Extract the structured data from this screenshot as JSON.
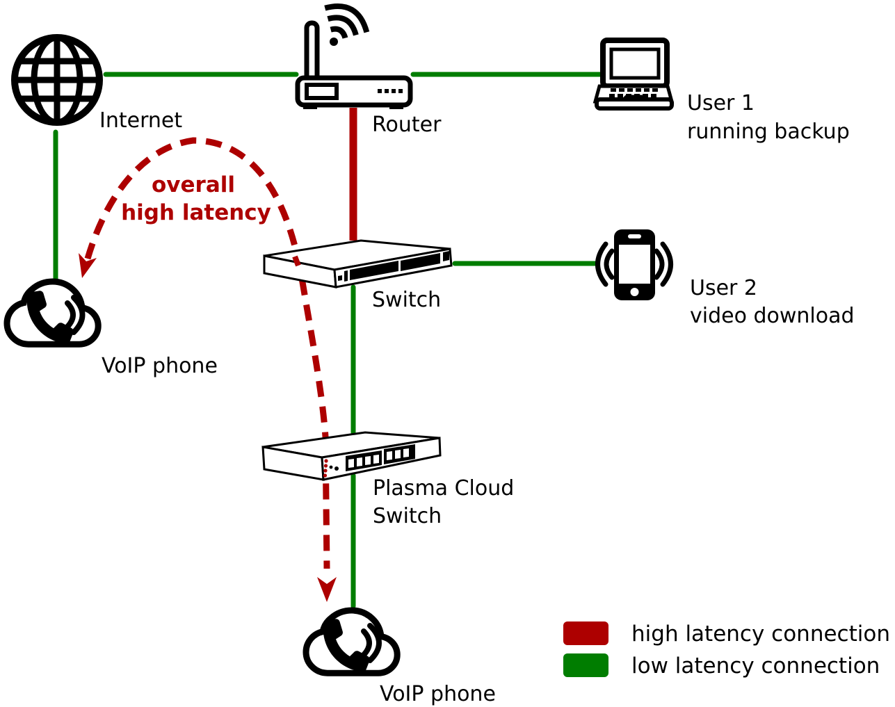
{
  "nodes": {
    "internet": {
      "label": "Internet",
      "icon": "globe-icon"
    },
    "router": {
      "label": "Router",
      "icon": "wifi-router-icon"
    },
    "user1": {
      "lines": [
        "User 1",
        "running backup"
      ],
      "icon": "laptop-icon"
    },
    "switch": {
      "label": "Switch",
      "icon": "network-switch-icon"
    },
    "user2": {
      "lines": [
        "User 2",
        "video download"
      ],
      "icon": "smartphone-icon"
    },
    "voip_left": {
      "label": "VoIP phone",
      "icon": "cloud-phone-icon"
    },
    "plasma_switch": {
      "lines": [
        "Plasma Cloud",
        "Switch"
      ],
      "icon": "plasma-cloud-switch-icon"
    },
    "voip_bottom": {
      "label": "VoIP phone",
      "icon": "cloud-phone-icon"
    }
  },
  "annotation": {
    "lines": [
      "overall",
      "high latency"
    ],
    "color": "#ad0000",
    "style": "dashed-arrow-both-ends"
  },
  "connections": [
    {
      "from": "Internet",
      "to": "Router",
      "latency": "low latency"
    },
    {
      "from": "Router",
      "to": "User 1",
      "latency": "low latency"
    },
    {
      "from": "Internet",
      "to": "VoIP phone (left)",
      "latency": "low latency"
    },
    {
      "from": "Router",
      "to": "Switch",
      "latency": "high latency"
    },
    {
      "from": "Switch",
      "to": "User 2",
      "latency": "low latency"
    },
    {
      "from": "Switch",
      "to": "Plasma Cloud Switch",
      "latency": "low latency"
    },
    {
      "from": "Plasma Cloud Switch",
      "to": "VoIP phone (bottom)",
      "latency": "low latency"
    },
    {
      "from": "Switch",
      "to": "VoIP phone (left)",
      "latency": "overall high latency",
      "style": "dashed"
    }
  ],
  "legend": {
    "items": [
      {
        "label": "high latency connection",
        "color": "#ad0000"
      },
      {
        "label": "low latency connection",
        "color": "#007d00"
      }
    ]
  },
  "colors": {
    "high_latency": "#ad0000",
    "low_latency": "#007d00",
    "ink": "#000000",
    "background": "#ffffff"
  }
}
